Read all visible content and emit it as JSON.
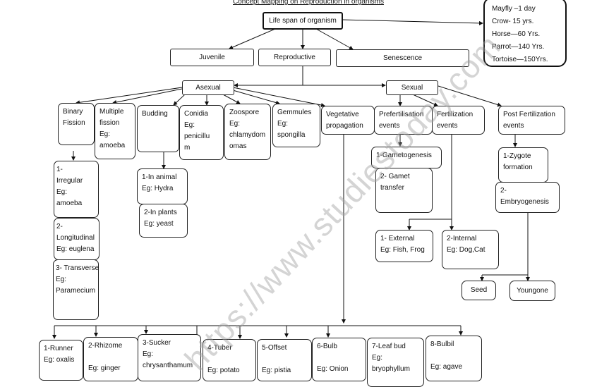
{
  "title": "Concept Mapping on Reproduction in organisms",
  "watermark": "https://www.studiestoday.com",
  "life_span": {
    "label": "Life span of organism",
    "examples": [
      "Mayfly –1 day",
      "Crow- 15 yrs.",
      "Horse—60 Yrs.",
      "Parrot—140 Yrs.",
      "Tortoise—150Yrs."
    ]
  },
  "phases": [
    "Juvenile",
    "Reproductive",
    "Senescence"
  ],
  "asexual": {
    "label": "Asexual",
    "types": [
      [
        "Binary",
        "Fission"
      ],
      [
        "Multiple",
        "fission",
        "Eg:",
        "amoeba"
      ],
      [
        "Budding"
      ],
      [
        "Conidia",
        "Eg:",
        "penicillu",
        "m"
      ],
      [
        "Zoospore",
        "Eg:",
        "chlamydom",
        "omas"
      ],
      [
        "Gemmules",
        "Eg: spongilla"
      ],
      [
        "Vegetative",
        "propagation"
      ]
    ],
    "binary": [
      [
        "1-",
        "Irregular",
        "Eg:",
        "amoeba"
      ],
      [
        "2-",
        "Longitudinal",
        "Eg: euglena"
      ],
      [
        "3- Transverse",
        "Eg:",
        "Paramecium"
      ]
    ],
    "budding": [
      [
        "1-In animal",
        "Eg: Hydra"
      ],
      [
        "2-In plants",
        "Eg: yeast"
      ]
    ],
    "vegetative": [
      [
        "1-Runner",
        "Eg: oxalis"
      ],
      [
        "2-Rhizome",
        "",
        "Eg: ginger"
      ],
      [
        "3-Sucker",
        "Eg:",
        "chrysanthamum"
      ],
      [
        "4-Tuber",
        "",
        "Eg: potato"
      ],
      [
        "5-Offset",
        "",
        "Eg: pistia"
      ],
      [
        "6-Bulb",
        "",
        "Eg: Onion"
      ],
      [
        "7-Leaf bud",
        "Eg:",
        "bryophyllum"
      ],
      [
        "8-Bulbil",
        "",
        "Eg: agave"
      ]
    ]
  },
  "sexual": {
    "label": "Sexual",
    "events": [
      [
        "Prefertilisation",
        "events"
      ],
      [
        "Fertilization",
        "events"
      ],
      [
        "Post Fertilization",
        "events"
      ]
    ],
    "pre": [
      [
        "1-Gametogenesis"
      ],
      [
        "2- Gamet",
        "transfer"
      ]
    ],
    "fert": [
      [
        "1- External",
        "Eg: Fish, Frog"
      ],
      [
        "2-Internal",
        "Eg: Dog,Cat"
      ]
    ],
    "post": [
      [
        "1-Zygote",
        "formation"
      ],
      [
        "2-",
        "Embryogenesis"
      ]
    ],
    "outcomes": [
      "Seed",
      "Youngone"
    ]
  }
}
